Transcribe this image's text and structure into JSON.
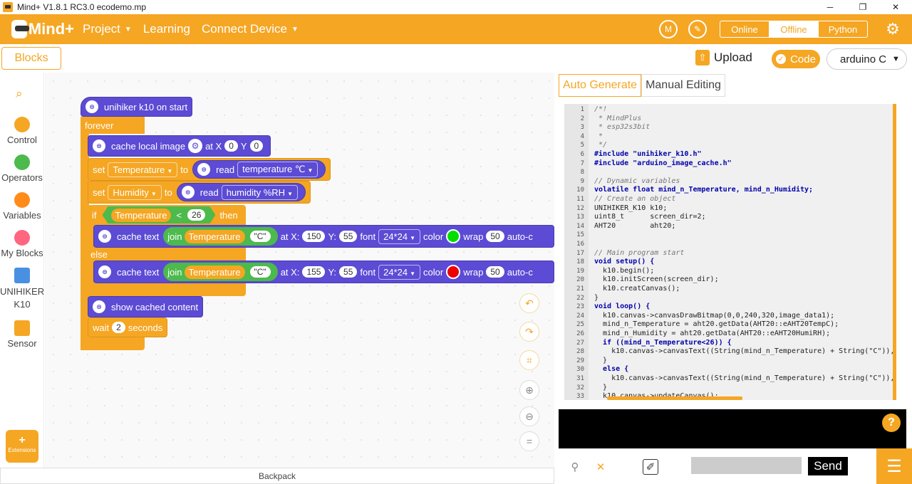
{
  "window": {
    "title": "Mind+ V1.8.1 RC3.0   ecodemo.mp",
    "minimize": "─",
    "maximize": "❐",
    "close": "✕"
  },
  "menubar": {
    "logo": "Mind+",
    "menus": [
      {
        "label": "Project"
      },
      {
        "label": "Learning"
      },
      {
        "label": "Connect Device"
      }
    ],
    "modes": [
      "Online",
      "Offline",
      "Python"
    ]
  },
  "toolbar": {
    "blocks_tab": "Blocks",
    "upload": "Upload",
    "code": "Code",
    "board": "arduino C"
  },
  "sidebar": {
    "categories": [
      {
        "label": "Control",
        "color": "#f5a623"
      },
      {
        "label": "Operators",
        "color": "#4cba4c"
      },
      {
        "label": "Variables",
        "color": "#ff8c1a"
      },
      {
        "label": "My Blocks",
        "color": "#ff6680"
      },
      {
        "label": "UNIHIKER K10",
        "color": "#4a90e2"
      },
      {
        "label": "Sensor",
        "color": "#f5a623"
      }
    ],
    "extensions": "Extensions"
  },
  "blocks": {
    "hat": "unihiker k10 on start",
    "forever": "forever",
    "cache_image": {
      "label": "cache local image",
      "at_x": "at X",
      "x": "0",
      "y_label": "Y",
      "y": "0"
    },
    "set1": {
      "set": "set",
      "var": "Temperature",
      "to": "to",
      "read": "read",
      "sensor": "temperature ℃"
    },
    "set2": {
      "set": "set",
      "var": "Humidity",
      "to": "to",
      "read": "read",
      "sensor": "humidity %RH"
    },
    "if": {
      "if": "if",
      "var": "Temperature",
      "op": "<",
      "value": "26",
      "then": "then"
    },
    "cache_text1": {
      "label": "cache text",
      "join": "join",
      "var": "Temperature",
      "str": "\"C\"",
      "at_x": "at X:",
      "x": "150",
      "y_label": "Y:",
      "y": "55",
      "font": "font",
      "font_val": "24*24",
      "color": "color",
      "color_val": "#00dd00",
      "wrap": "wrap",
      "wrap_val": "50",
      "auto": "auto-c"
    },
    "else": "else",
    "cache_text2": {
      "label": "cache text",
      "join": "join",
      "var": "Temperature",
      "str": "\"C\"",
      "at_x": "at X:",
      "x": "155",
      "y_label": "Y:",
      "y": "55",
      "font": "font",
      "font_val": "24*24",
      "color": "color",
      "color_val": "#ee0000",
      "wrap": "wrap",
      "wrap_val": "50",
      "auto": "auto-c"
    },
    "show": "show cached content",
    "wait": {
      "wait": "wait",
      "value": "2",
      "seconds": "seconds"
    }
  },
  "backpack": "Backpack",
  "code_panel": {
    "tabs": [
      "Auto Generate",
      "Manual Editing"
    ],
    "lines": [
      "/*!",
      " * MindPlus",
      " * esp32s3bit",
      " *",
      " */",
      "#include \"unihiker_k10.h\"",
      "#include \"arduino_image_cache.h\"",
      "",
      "// Dynamic variables",
      "volatile float mind_n_Temperature, mind_n_Humidity;",
      "// Create an object",
      "UNIHIKER_K10 k10;",
      "uint8_t      screen_dir=2;",
      "AHT20        aht20;",
      "",
      "",
      "// Main program start",
      "void setup() {",
      "  k10.begin();",
      "  k10.initScreen(screen_dir);",
      "  k10.creatCanvas();",
      "}",
      "void loop() {",
      "  k10.canvas->canvasDrawBitmap(0,0,240,320,image_data1);",
      "  mind_n_Temperature = aht20.getData(AHT20::eAHT20TempC);",
      "  mind_n_Humidity = aht20.getData(AHT20::eAHT20HumiRH);",
      "  if ((mind_n_Temperature<26)) {",
      "    k10.canvas->canvasText((String(mind_n_Temperature) + String(\"C\")),",
      "  }",
      "  else {",
      "    k10.canvas->canvasText((String(mind_n_Temperature) + String(\"C\")),",
      "  }",
      "  k10.canvas->updateCanvas();"
    ],
    "line_numbers": [
      "1",
      "2",
      "3",
      "4",
      "5",
      "6",
      "7",
      "8",
      "9",
      "10",
      "11",
      "12",
      "13",
      "14",
      "15",
      "16",
      "17",
      "18",
      "19",
      "20",
      "21",
      "22",
      "23",
      "24",
      "25",
      "26",
      "27",
      "28",
      "29",
      "30",
      "31",
      "32",
      "33"
    ]
  },
  "serial": {
    "send": "Send",
    "help": "?"
  }
}
